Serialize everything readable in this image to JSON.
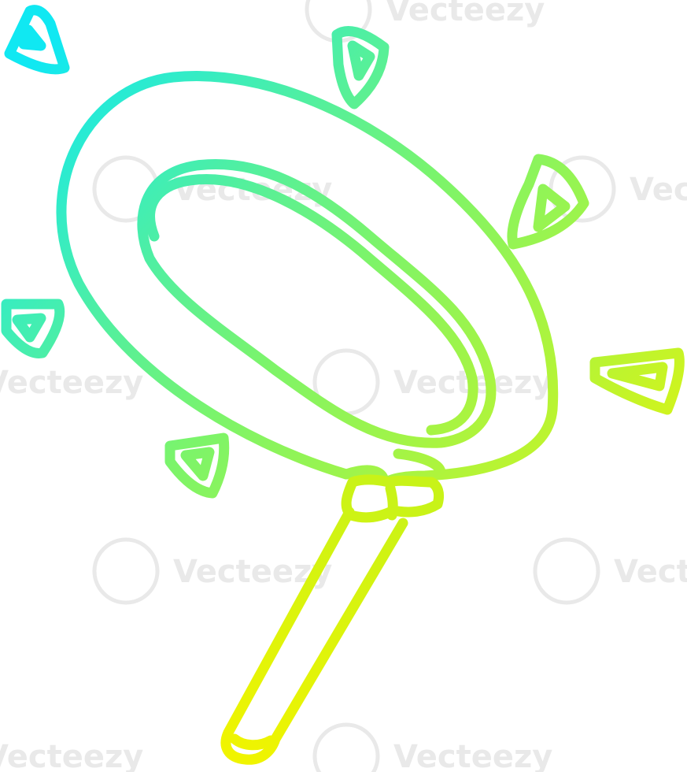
{
  "illustration": {
    "subject": "cartoon magnifying-glass-shaped mirror with motion marks",
    "style": "outline drawing with cool gradient stroke",
    "colors": {
      "gradient_start": "#10e8f2",
      "gradient_mid": "#7cf46a",
      "gradient_end": "#f0f400",
      "background": "#ffffff"
    }
  },
  "watermark": {
    "text": "Vecteezy",
    "color": "#e9e9e9"
  }
}
